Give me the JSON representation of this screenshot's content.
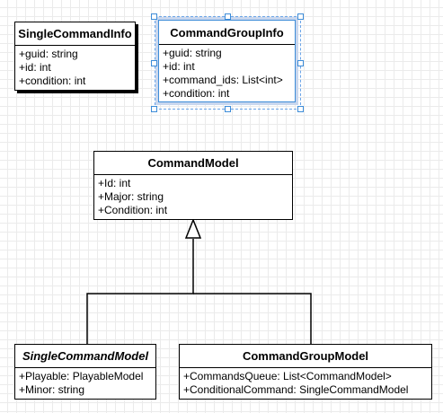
{
  "classes": {
    "single_command_info": {
      "name": "SingleCommandInfo",
      "attributes": [
        "+guid: string",
        "+id: int",
        "+condition: int"
      ]
    },
    "command_group_info": {
      "name": "CommandGroupInfo",
      "attributes": [
        "+guid: string",
        "+id: int",
        "+command_ids: List<int>",
        "+condition: int"
      ]
    },
    "command_model": {
      "name": "CommandModel",
      "attributes": [
        "+Id: int",
        "+Major: string",
        "+Condition: int"
      ]
    },
    "single_command_model": {
      "name": "SingleCommandModel",
      "attributes": [
        "+Playable: PlayableModel",
        "+Minor: string"
      ]
    },
    "command_group_model": {
      "name": "CommandGroupModel",
      "attributes": [
        "+CommandsQueue: List<CommandModel>",
        "+ConditionalCommand: SingleCommandModel"
      ]
    }
  },
  "relations": [
    {
      "from": "SingleCommandModel",
      "to": "CommandModel",
      "type": "inheritance"
    },
    {
      "from": "CommandGroupModel",
      "to": "CommandModel",
      "type": "inheritance"
    }
  ],
  "selection": {
    "selected": "CommandGroupInfo"
  },
  "colors": {
    "selection_handle": "#3d8cd8",
    "grid": "#ebebeb",
    "border": "#000000"
  }
}
